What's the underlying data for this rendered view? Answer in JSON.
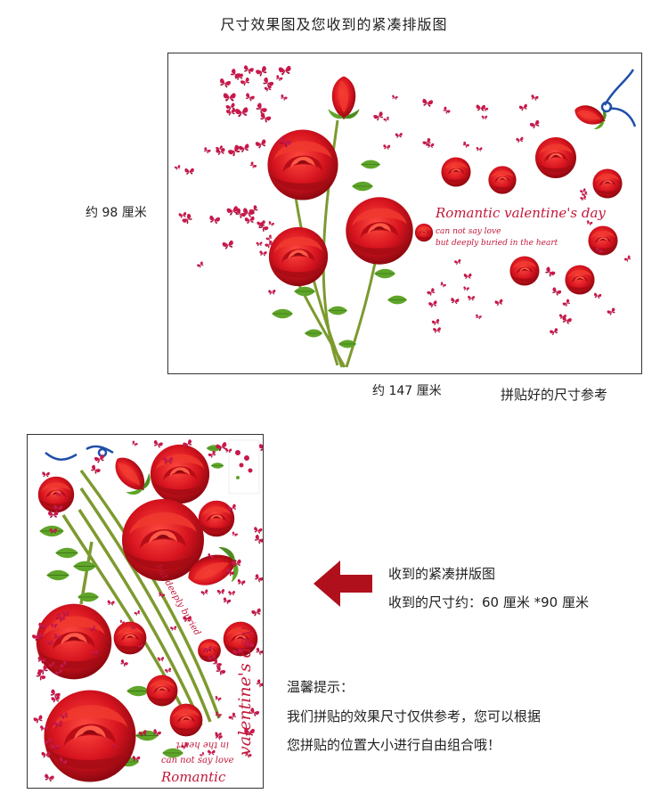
{
  "header": {
    "title": "尺寸效果图及您收到的紧凑排版图"
  },
  "preview": {
    "height_label": "约 98 厘米",
    "width_label": "约 147 厘米",
    "reference_label": "拼贴好的尺寸参考",
    "quote_title": "Romantic valentine's day",
    "quote_line1": "can not say love",
    "quote_line2": "but deeply buried in the heart"
  },
  "sheet": {
    "text_romantic": "Romantic",
    "text_valentine": "valentine's day",
    "text_can_not": "can not say love",
    "text_in_heart": "in the heart",
    "text_but_deeply": "but deeply buried"
  },
  "info": {
    "compact_label": "收到的紧凑拼版图",
    "size_label": "收到的尺寸约：60 厘米 *90 厘米",
    "tip_title": "温馨提示：",
    "tip_line1": "我们拼贴的效果尺寸仅供参考，您可以根据",
    "tip_line2": "您拼贴的位置大小进行自由组合哦！"
  },
  "colors": {
    "rose": "#d7141f",
    "rose_dark": "#9e0a14",
    "butterfly": "#c8184a",
    "leaf": "#5fa52a",
    "stem": "#7d9a2f",
    "arrow": "#b0101c",
    "ribbon": "#1f4fa8"
  },
  "icons": [
    "rose-icon",
    "butterfly-icon",
    "leaf-icon",
    "ribbon-icon",
    "left-arrow-icon"
  ]
}
